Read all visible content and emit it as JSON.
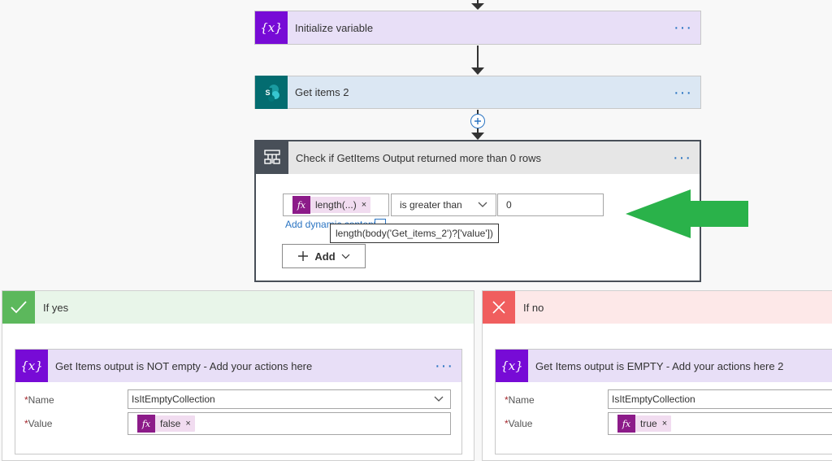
{
  "steps": {
    "init_variable": {
      "title": "Initialize variable",
      "more": "···"
    },
    "get_items": {
      "title": "Get items 2",
      "more": "···",
      "icon_letter": "S"
    },
    "condition": {
      "title": "Check if GetItems Output returned more than 0 rows",
      "more": "···",
      "left_token": "length(...)",
      "token_remove": "×",
      "operator": "is greater than",
      "right_value": "0",
      "add_dynamic_link": "Add dynamic content",
      "tooltip": "length(body('Get_items_2')?['value'])",
      "add_button": "Add"
    }
  },
  "branches": {
    "yes": {
      "header": "If yes",
      "action_title": "Get Items output is NOT empty - Add your actions here",
      "more": "···",
      "name_label": "Name",
      "name_value": "IsItEmptyCollection",
      "value_label": "Value",
      "value_token": "false",
      "token_remove": "×",
      "required_mark": "*"
    },
    "no": {
      "header": "If no",
      "action_title": "Get Items output is EMPTY - Add your actions here 2",
      "name_label": "Name",
      "name_value": "IsItEmptyCollection",
      "value_label": "Value",
      "value_token": "true",
      "token_remove": "×",
      "required_mark": "*"
    }
  },
  "icons": {
    "variable": "variable-icon",
    "sharepoint": "sharepoint-icon",
    "condition": "condition-icon",
    "check": "check-icon",
    "close": "close-icon",
    "fx": "fx-icon",
    "plus": "plus-icon",
    "chevron": "chevron-down-icon",
    "arrow": "green-arrow-icon"
  },
  "colors": {
    "variable_purple": "#770bd6",
    "variable_bg": "#e8dff7",
    "sharepoint_blue": "#036c70",
    "sharepoint_bg": "#dbe7f3",
    "condition_dark": "#484f58",
    "condition_bg": "#e6e6e6",
    "yes_green": "#5cb85c",
    "yes_bg": "#e8f5e9",
    "no_red": "#f05e5e",
    "no_bg": "#fde8e8",
    "fx_magenta": "#8c1b89",
    "arrow_green": "#2ab24a"
  }
}
